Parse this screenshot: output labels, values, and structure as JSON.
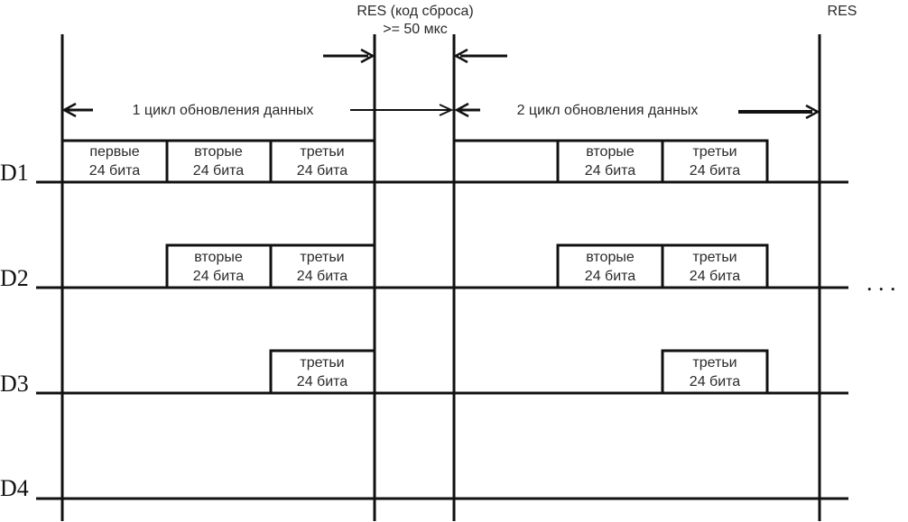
{
  "res_label_1": "RES (код сброса)",
  "res_label_2": ">= 50 мкс",
  "res_label_end": "RES",
  "cycle_1_label": "1 цикл обновления данных",
  "cycle_2_label": "2 цикл обновления данных",
  "ellipsis": ". . .",
  "bit_unit": "24 бита",
  "packet_names": {
    "first": "первые",
    "second": "вторые",
    "third": "третьи"
  },
  "channels": [
    {
      "label": "D1",
      "cycle1": [
        "first",
        "second",
        "third"
      ],
      "cycle2": [
        "second",
        "third"
      ]
    },
    {
      "label": "D2",
      "cycle1": [
        "second",
        "third"
      ],
      "cycle2": [
        "second",
        "third"
      ]
    },
    {
      "label": "D3",
      "cycle1": [
        "third"
      ],
      "cycle2": [
        "third"
      ]
    },
    {
      "label": "D4",
      "cycle1": [],
      "cycle2": []
    }
  ],
  "colors": {
    "line": "#111111",
    "text": "#2a2a2a",
    "background": "#ffffff"
  }
}
